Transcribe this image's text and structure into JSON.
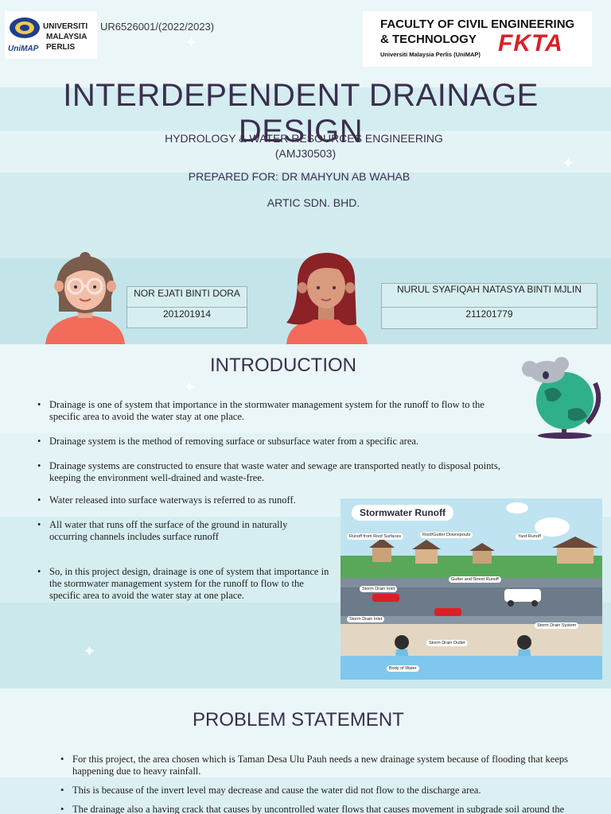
{
  "header": {
    "unimap_logo": {
      "line1": "UNIVERSITI",
      "line2": "MALAYSIA",
      "line3": "PERLIS",
      "badge": "UniMAP"
    },
    "course_code": "UR6526001/(2022/2023)",
    "faculty_logo": {
      "line1": "FACULTY OF CIVIL ENGINEERING",
      "line2": "& TECHNOLOGY",
      "sub": "Universiti Malaysia Perlis (UniMAP)",
      "brand": "FKTA"
    }
  },
  "title": {
    "main": "INTERDEPENDENT DRAINAGE DESIGN",
    "subject": "HYDROLOGY & WATER RESOURCES ENGINEERING",
    "subject_code": "(AMJ30503)",
    "prepared_for": "PREPARED FOR: DR MAHYUN AB WAHAB",
    "company": "ARTIC SDN. BHD."
  },
  "members": [
    {
      "name": "NOR EJATI BINTI DORA",
      "id": "201201914"
    },
    {
      "name": "NURUL SYAFIQAH NATASYA BINTI MJLIN",
      "id": "211201779"
    }
  ],
  "introduction": {
    "heading": "INTRODUCTION",
    "bullets": [
      "Drainage is one of system that importance in the stormwater management system for the runoff to flow to the specific area to avoid the water stay at one place.",
      "Drainage system is the method of removing surface or subsurface water from a specific area.",
      "Drainage systems are constructed to ensure that waste water and sewage are transported neatly to disposal points, keeping the environment well-drained and waste-free.",
      "Water released into surface waterways is referred to as runoff.",
      " All water that runs off the surface of the ground in naturally occurring channels includes surface runoff",
      "So, in this project design, drainage is one of system that importance in the stormwater management system for the runoff to flow to the specific area to avoid the water stay at one place."
    ]
  },
  "diagram": {
    "title": "Stormwater Runoff",
    "labels": {
      "roof": "Runoff from Roof Surfaces",
      "downspouts": "Roof/Gutter Downspouts",
      "yard": "Yard Runoff",
      "gutter": "Gutter and Street Runoff",
      "inlet1": "Storm Drain Inlet",
      "inlet2": "Storm Drain Inlet",
      "system": "Storm Drain System",
      "outlet": "Storm Drain Outlet",
      "body": "Body of Water"
    }
  },
  "problem": {
    "heading": "PROBLEM STATEMENT",
    "bullets": [
      "For this project, the area chosen which is Taman Desa Ulu Pauh needs a new drainage system because of flooding that keeps happening due to heavy rainfall.",
      "This is because of the invert level may decrease and cause the water did not flow to the discharge area.",
      "The drainage also a having crack that causes by uncontrolled water flows that causes movement in subgrade soil around the"
    ]
  },
  "colors": {
    "text": "#3a2f4e",
    "band_light": "#eaf6f7",
    "band_mid": "#d7eef1",
    "band_dark": "#c6e7eb",
    "fkta_red": "#d92027",
    "unimap_blue": "#1d3f8c"
  }
}
